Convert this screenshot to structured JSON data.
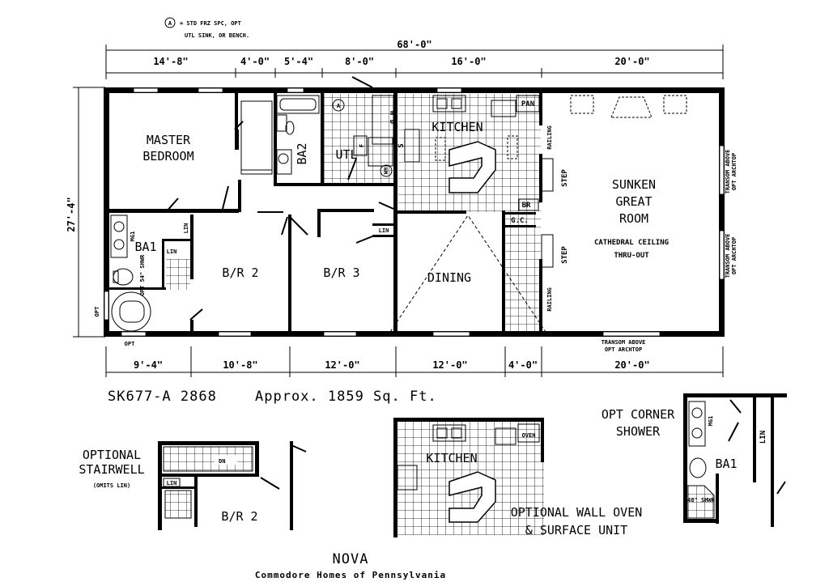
{
  "legend": {
    "marker": "A",
    "line1": "= STD FRZ SPC, OPT",
    "line2": "UTL SINK, OR BENCH."
  },
  "dimensions": {
    "overall_width": "68'-0\"",
    "overall_depth": "27'-4\"",
    "top": [
      "14'-8\"",
      "4'-0\"",
      "5'-4\"",
      "8'-0\"",
      "16'-0\"",
      "20'-0\""
    ],
    "bottom": [
      "9'-4\"",
      "10'-8\"",
      "12'-0\"",
      "12'-0\"",
      "4'-0\"",
      "20'-0\""
    ]
  },
  "rooms": {
    "master_1": "MASTER",
    "master_2": "BEDROOM",
    "ba2": "BA2",
    "utl": "UTL",
    "wd": "W D",
    "kitchen": "KITCHEN",
    "pan": "PAN",
    "sunken_1": "SUNKEN",
    "sunken_2": "GREAT",
    "sunken_3": "ROOM",
    "cathedral_1": "CATHEDRAL CEILING",
    "cathedral_2": "THRU-OUT",
    "ba1": "BA1",
    "br2": "B/R 2",
    "br3": "B/R 3",
    "dining": "DINING",
    "br": "BR",
    "gc": "G.C.",
    "railing": "RAILING",
    "step": "STEP",
    "lin": "LIN",
    "mg1": "MG1",
    "opt_shwr": "OPT 54\" SHWR",
    "opt": "OPT",
    "s": "S",
    "f": "F",
    "wh": "WH",
    "transom_side_1": "TRANSOM ABOVE",
    "transom_side_2": "OPT ARCHTOP",
    "transom_bottom_1": "TRANSOM ABOVE",
    "transom_bottom_2": "OPT ARCHTOP"
  },
  "model": {
    "code": "SK677-A 2868",
    "area": "Approx. 1859 Sq. Ft."
  },
  "options": {
    "stair_1": "OPTIONAL",
    "stair_2": "STAIRWELL",
    "stair_3": "(OMITS LIN)",
    "dn": "DN",
    "lin": "LIN",
    "br2": "B/R 2",
    "kitchen": "KITCHEN",
    "oven": "OVEN",
    "oven_1": "OPTIONAL WALL OVEN",
    "oven_2": "& SURFACE UNIT",
    "corner_1": "OPT CORNER",
    "corner_2": "SHOWER",
    "ba1": "BA1",
    "mg1": "MG1",
    "lin2": "LIN",
    "shwr": "48\" SHWR"
  },
  "footer": {
    "name": "NOVA",
    "company": "Commodore Homes of Pennsylvania"
  }
}
